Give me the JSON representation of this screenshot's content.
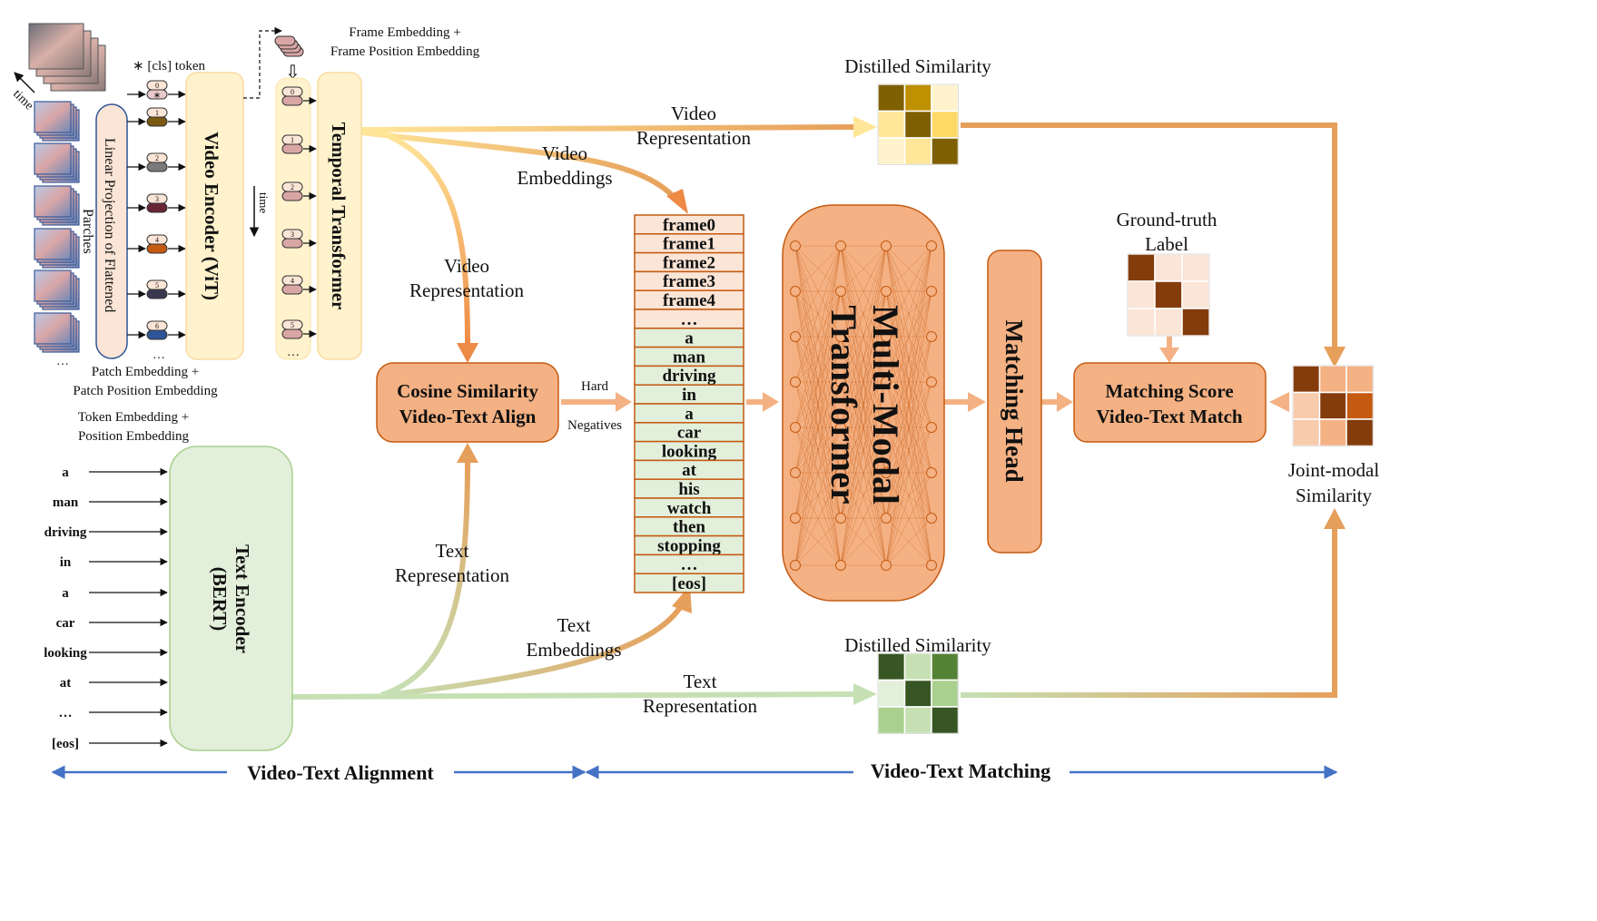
{
  "video_side": {
    "time_label": "time",
    "cls_label": "∗ [cls] token",
    "linear_projection": "Linear Projection of Flattened",
    "parches": "Parches",
    "patch_embedding_1": "Patch Embedding +",
    "patch_embedding_2": "Patch Position Embedding",
    "video_encoder": "Video Encoder (ViT)",
    "frame_embedding_1": "Frame Embedding +",
    "frame_embedding_2": "Frame Position Embedding",
    "temporal_transformer": "Temporal Transformer",
    "token_numbers": [
      "0",
      "1",
      "2",
      "3",
      "4",
      "5",
      "6"
    ],
    "token_colors": [
      "#e9c9c9",
      "#7a5a12",
      "#7a7a7a",
      "#6a2535",
      "#c55a11",
      "#3a3850",
      "#2e5597"
    ],
    "frame_token_numbers": [
      "0",
      "1",
      "2",
      "3",
      "4",
      "5"
    ],
    "ellipsis": "…"
  },
  "text_side": {
    "token_embedding_1": "Token Embedding +",
    "token_embedding_2": "Position Embedding",
    "words": [
      "a",
      "man",
      "driving",
      "in",
      "a",
      "car",
      "looking",
      "at",
      "…",
      "[eos]"
    ],
    "text_encoder_1": "Text Encoder",
    "text_encoder_2": "(BERT)"
  },
  "middle": {
    "video_rep_top_1": "Video",
    "video_rep_top_2": "Representation",
    "video_emb_1": "Video",
    "video_emb_2": "Embeddings",
    "video_rep_mid_1": "Video",
    "video_rep_mid_2": "Representation",
    "cosine_1": "Cosine Similarity",
    "cosine_2": "Video-Text Align",
    "hard": "Hard",
    "negatives": "Negatives",
    "text_rep_mid_1": "Text",
    "text_rep_mid_2": "Representation",
    "text_emb_1": "Text",
    "text_emb_2": "Embeddings",
    "text_rep_bot_1": "Text",
    "text_rep_bot_2": "Representation"
  },
  "sequence": [
    "frame0",
    "frame1",
    "frame2",
    "frame3",
    "frame4",
    "…",
    "a",
    "man",
    "driving",
    "in",
    "a",
    "car",
    "looking",
    "at",
    "his",
    "watch",
    "then",
    "stopping",
    "…",
    "[eos]"
  ],
  "right_side": {
    "mm_1": "Multi-Modal",
    "mm_2": "Transformer",
    "matching_head": "Matching Head",
    "distilled_top": "Distilled Similarity",
    "distilled_bottom": "Distilled Similarity",
    "ground_truth_1": "Ground-truth",
    "ground_truth_2": "Label",
    "matching_score_1": "Matching Score",
    "matching_score_2": "Video-Text Match",
    "joint_1": "Joint-modal",
    "joint_2": "Similarity"
  },
  "matrices": {
    "distilled_top": [
      "#7f6000",
      "#bf9000",
      "#fff2cc",
      "#ffe699",
      "#7f6000",
      "#ffd966",
      "#fff2cc",
      "#ffe699",
      "#7f6000"
    ],
    "distilled_bottom": [
      "#375623",
      "#c6e0b4",
      "#548235",
      "#e2efda",
      "#375623",
      "#a9d08e",
      "#a9d08e",
      "#c6e0b4",
      "#375623"
    ],
    "ground_truth": [
      "#843c0c",
      "#fbe5d6",
      "#fbe5d6",
      "#fbe5d6",
      "#843c0c",
      "#fbe5d6",
      "#fbe5d6",
      "#fbe5d6",
      "#843c0c"
    ],
    "joint": [
      "#843c0c",
      "#f4b183",
      "#f4b183",
      "#f8cbad",
      "#843c0c",
      "#c55a11",
      "#f8cbad",
      "#f4b183",
      "#843c0c"
    ]
  },
  "bottom": {
    "alignment": "Video-Text Alignment",
    "matching": "Video-Text Matching"
  },
  "colors": {
    "orange_box": "#f4b183",
    "orange_stroke": "#c55a11",
    "yellow_box": "#fff2cc",
    "yellow_stroke": "#f4c77a",
    "green_box": "#e2efda",
    "green_stroke": "#a9d08e",
    "seq_frame": "#fbe5d6",
    "seq_text": "#e2efda",
    "blue_arrow": "#4472c4"
  }
}
